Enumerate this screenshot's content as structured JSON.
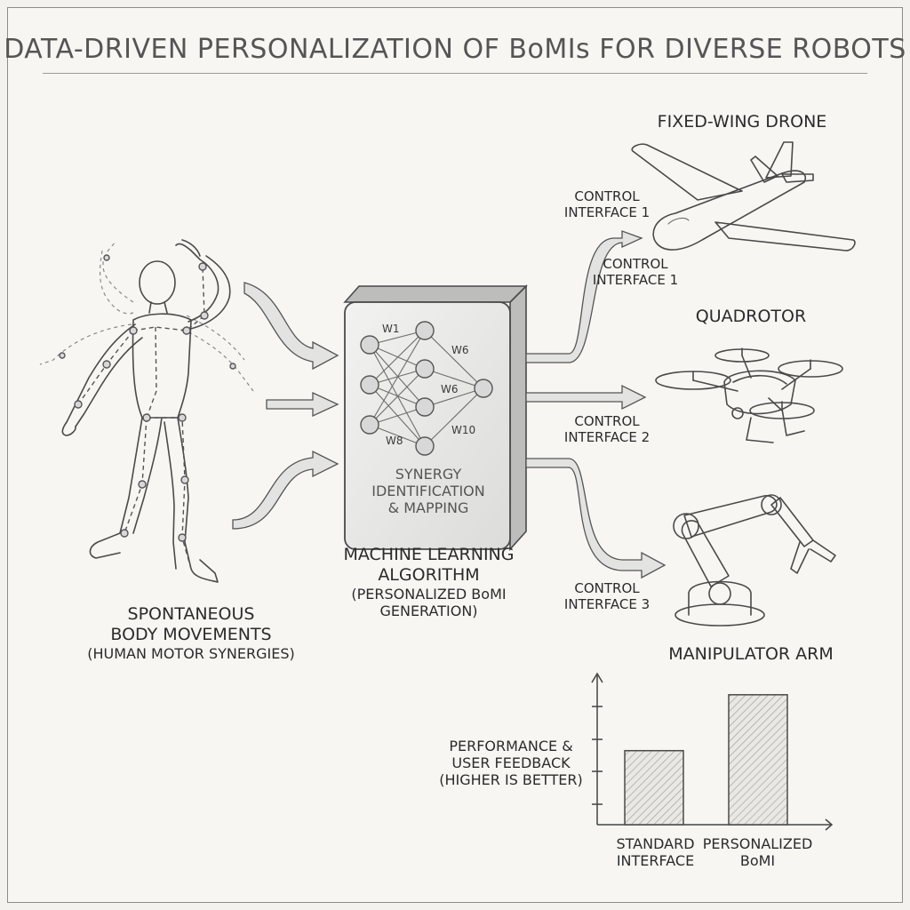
{
  "title": "DATA-DRIVEN PERSONALIZATION OF BoMIs FOR DIVERSE ROBOTS",
  "human": {
    "line1": "SPONTANEOUS",
    "line2": "BODY MOVEMENTS",
    "line3": "(HUMAN MOTOR SYNERGIES)"
  },
  "ml_box": {
    "inner_line1": "SYNERGY",
    "inner_line2": "IDENTIFICATION",
    "inner_line3": "& MAPPING",
    "weights": [
      "W1",
      "W6",
      "W6",
      "W8",
      "W10"
    ],
    "caption_line1": "MACHINE LEARNING",
    "caption_line2": "ALGORITHM",
    "caption_line3": "(PERSONALIZED BoMI",
    "caption_line4": "GENERATION)"
  },
  "robots": {
    "drone": "FIXED-WING DRONE",
    "quadrotor": "QUADROTOR",
    "arm": "MANIPULATOR ARM"
  },
  "interfaces": {
    "ci1_line1": "CONTROL",
    "ci1_line2": "INTERFACE 1",
    "ci1b_line1": "CONTROL",
    "ci1b_line2": "INTERFACE 1",
    "ci2_line1": "CONTROL",
    "ci2_line2": "INTERFACE 2",
    "ci3_line1": "CONTROL",
    "ci3_line2": "INTERFACE 3"
  },
  "chart_data": {
    "type": "bar",
    "ylabel_line1": "PERFORMANCE &",
    "ylabel_line2": "USER FEEDBACK",
    "ylabel_line3": "(HIGHER IS BETTER)",
    "categories": [
      {
        "line1": "STANDARD",
        "line2": "INTERFACE"
      },
      {
        "line1": "PERSONALIZED",
        "line2": "BoMI"
      }
    ],
    "values": [
      0.49,
      0.86
    ],
    "ylim": [
      0,
      1
    ],
    "grid": false
  }
}
